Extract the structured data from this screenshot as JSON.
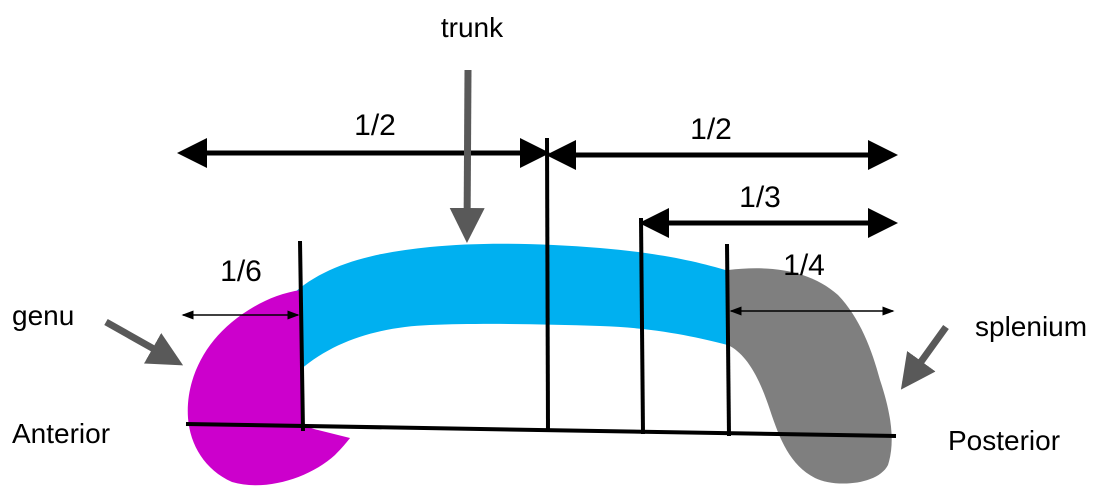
{
  "labels": {
    "trunk": "trunk",
    "genu": "genu",
    "splenium": "splenium",
    "anterior": "Anterior",
    "posterior": "Posterior"
  },
  "fractions": {
    "half_anterior": "1/2",
    "half_posterior": "1/2",
    "third": "1/3",
    "quarter": "1/4",
    "sixth": "1/6"
  },
  "colors": {
    "genu": "#cc00cc",
    "trunk": "#00b0f0",
    "splenium": "#7f7f7f",
    "pointer": "#595959",
    "lines": "#000000"
  }
}
